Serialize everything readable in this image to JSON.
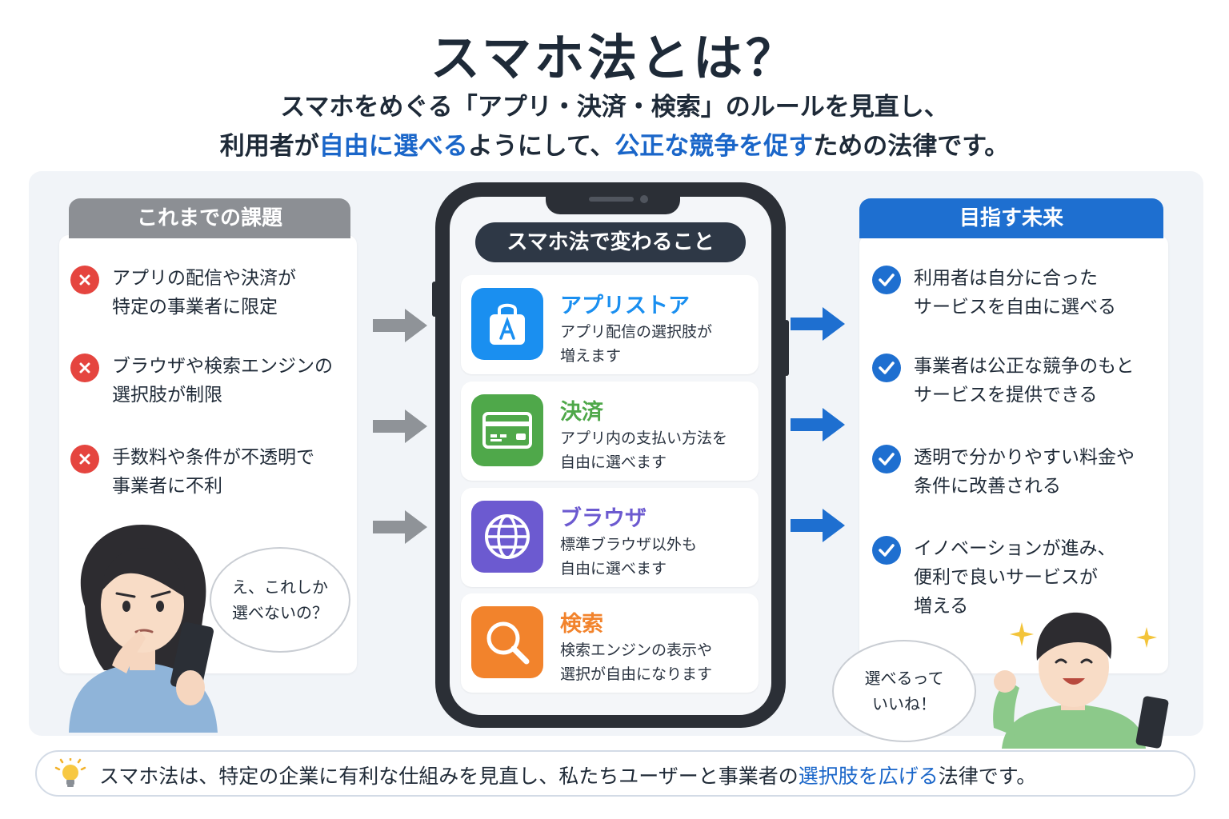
{
  "title": "スマホ法とは？",
  "subtitle": {
    "line1": "スマホをめぐる「アプリ・決済・検索」のルールを見直し、",
    "line2_a": "利用者が",
    "line2_b": "自由に選べる",
    "line2_c": "ようにして、",
    "line2_d": "公正な競争を促す",
    "line2_e": "ための法律です。"
  },
  "left": {
    "heading": "これまでの課題",
    "items": [
      {
        "line1": "アプリの配信や決済が",
        "line2": "特定の事業者に限定"
      },
      {
        "line1": "ブラウザや検索エンジンの",
        "line2": "選択肢が制限"
      },
      {
        "line1": "手数料や条件が不透明で",
        "line2": "事業者に不利"
      }
    ],
    "bubble": {
      "line1": "え、これしか",
      "line2": "選べないの？"
    }
  },
  "center": {
    "label": "スマホ法で変わること",
    "features": [
      {
        "title": "アプリストア",
        "desc1": "アプリ配信の選択肢が",
        "desc2": "増えます",
        "color": "#1a8ff0",
        "icon": "shopping-bag-icon"
      },
      {
        "title": "決済",
        "desc1": "アプリ内の支払い方法を",
        "desc2": "自由に選べます",
        "color": "#4fa84a",
        "icon": "credit-card-icon"
      },
      {
        "title": "ブラウザ",
        "desc1": "標準ブラウザ以外も",
        "desc2": "自由に選べます",
        "color": "#6c5ad0",
        "icon": "globe-icon"
      },
      {
        "title": "検索",
        "desc1": "検索エンジンの表示や",
        "desc2": "選択が自由になります",
        "color": "#f2832c",
        "icon": "search-icon"
      }
    ]
  },
  "right": {
    "heading": "目指す未来",
    "items": [
      {
        "line1": "利用者は自分に合った",
        "line2": "サービスを自由に選べる"
      },
      {
        "line1": "事業者は公正な競争のもと",
        "line2": "サービスを提供できる"
      },
      {
        "line1": "透明で分かりやすい料金や",
        "line2": "条件に改善される"
      },
      {
        "line1": "イノベーションが進み、",
        "line2": "便利で良いサービスが",
        "line3": "増える"
      }
    ],
    "bubble": {
      "line1": "選べるって",
      "line2": "いいね！"
    }
  },
  "footer": {
    "text_a": "スマホ法は、特定の企業に有利な仕組みを見直し、私たちユーザーと事業者の",
    "text_b": "選択肢を広げる",
    "text_c": "法律です。"
  },
  "colors": {
    "accent_blue": "#1a66c9",
    "problem_red": "#e5453f",
    "heading_gray": "#8c8f94",
    "heading_blue": "#1e6fd0"
  }
}
